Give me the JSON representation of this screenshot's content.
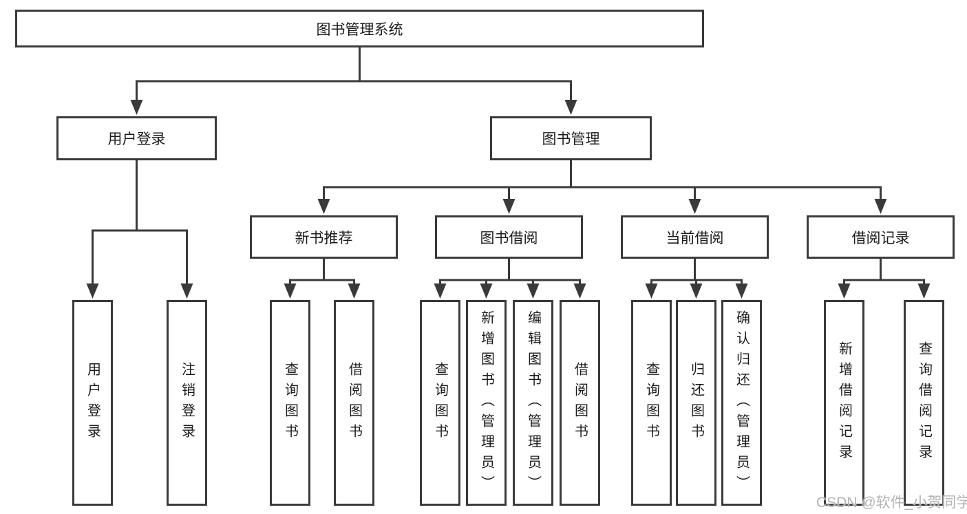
{
  "tree": {
    "root": {
      "label": "图书管理系统",
      "children": [
        {
          "label": "用户登录",
          "children": [
            {
              "label": "用户登录"
            },
            {
              "label": "注销登录"
            }
          ]
        },
        {
          "label": "图书管理",
          "children": [
            {
              "label": "新书推荐",
              "children": [
                {
                  "label": "查询图书"
                },
                {
                  "label": "借阅图书"
                }
              ]
            },
            {
              "label": "图书借阅",
              "children": [
                {
                  "label": "查询图书"
                },
                {
                  "label": "新增图书（管理员）"
                },
                {
                  "label": "编辑图书（管理员）"
                },
                {
                  "label": "借阅图书"
                }
              ]
            },
            {
              "label": "当前借阅",
              "children": [
                {
                  "label": "查询图书"
                },
                {
                  "label": "归还图书"
                },
                {
                  "label": "确认归还（管理员）"
                }
              ]
            },
            {
              "label": "借阅记录",
              "children": [
                {
                  "label": "新增借阅记录"
                },
                {
                  "label": "查询借阅记录"
                }
              ]
            }
          ]
        }
      ]
    }
  },
  "watermark": {
    "text": "CSDN @软件_小贺同学"
  },
  "colors": {
    "line": "#3a3a3a",
    "text": "#1c1c1c",
    "watermark": "#b3b3b3",
    "background": "#ffffff"
  }
}
